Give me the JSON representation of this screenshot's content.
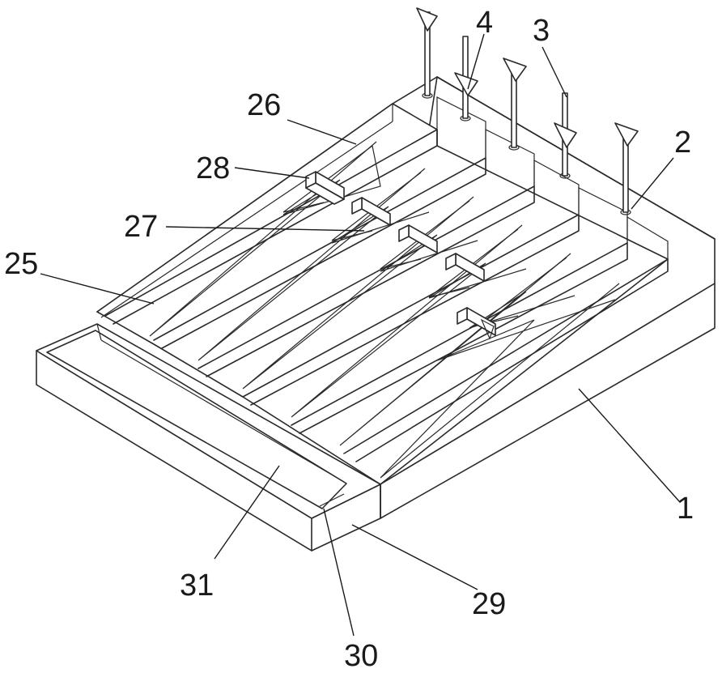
{
  "labels": {
    "l1": "1",
    "l2": "2",
    "l3": "3",
    "l4": "4",
    "l25": "25",
    "l26": "26",
    "l27": "27",
    "l28": "28",
    "l29": "29",
    "l30": "30",
    "l31": "31"
  }
}
